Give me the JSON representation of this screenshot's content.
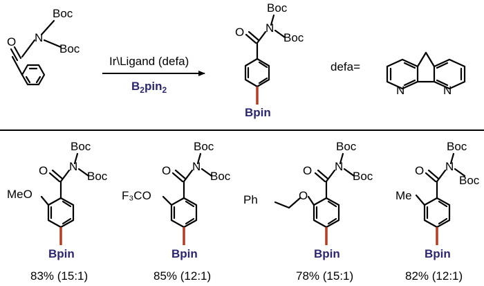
{
  "colors": {
    "ink": "#000000",
    "boron": "#2a2770",
    "boron_bond": "#b43c24"
  },
  "labels": {
    "boc": "Boc",
    "n": "N",
    "o": "O",
    "bpin": "Bpin",
    "meo": "MeO",
    "f3co": "F₃CO",
    "ph": "Ph",
    "me": "Me"
  },
  "reaction": {
    "conditions_top": "Ir\\Ligand (defa)",
    "reagent_main": "B",
    "reagent_sub1": "2",
    "reagent_mid": "pin",
    "reagent_sub2": "2",
    "defa_label": "defa="
  },
  "products": [
    {
      "substituent": "MeO",
      "yield": "83% (15:1)"
    },
    {
      "substituent": "F₃CO",
      "yield": "85% (12:1)"
    },
    {
      "substituent": "OCH2Ph",
      "yield": "78% (15:1)"
    },
    {
      "substituent": "Me",
      "yield": "82% (12:1)"
    }
  ]
}
